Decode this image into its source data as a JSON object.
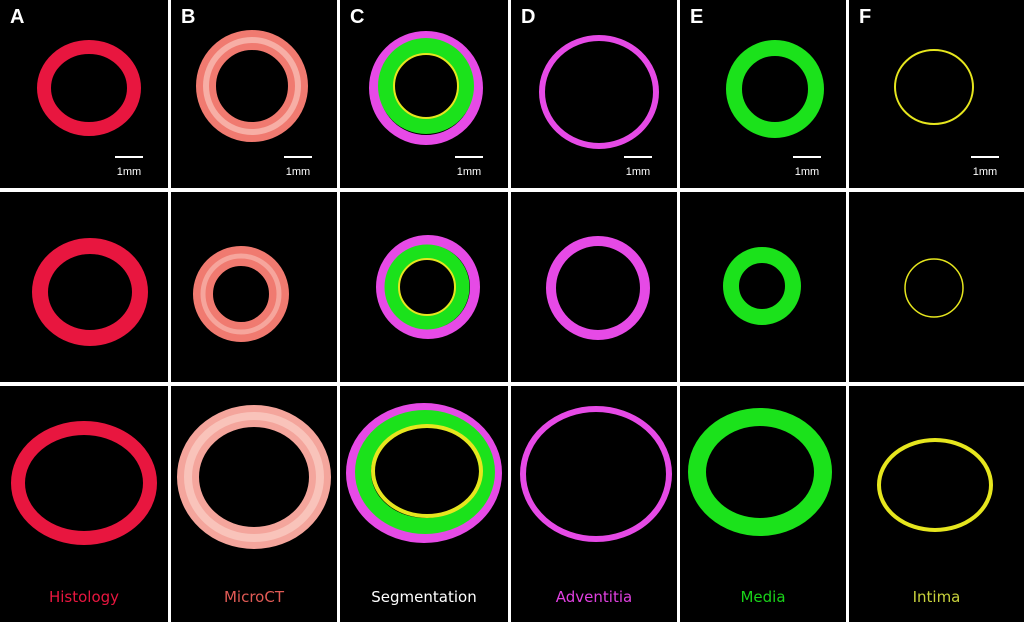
{
  "panels": [
    {
      "letter": "A",
      "label": "Histology",
      "label_color": "#e8163f"
    },
    {
      "letter": "B",
      "label": "MicroCT",
      "label_color": "#e05a55"
    },
    {
      "letter": "C",
      "label": "Segmentation",
      "label_color": "#ffffff"
    },
    {
      "letter": "D",
      "label": "Adventitia",
      "label_color": "#e040e0"
    },
    {
      "letter": "E",
      "label": "Media",
      "label_color": "#19d219"
    },
    {
      "letter": "F",
      "label": "Intima",
      "label_color": "#c8d23c"
    }
  ],
  "scale_bar_text": "1mm",
  "colors": {
    "histology": "#e8163f",
    "microct_outer": "#f07a70",
    "microct_inner": "#fbd0c8",
    "adventitia": "#e64ae6",
    "media": "#1be21b",
    "intima": "#e6e61e"
  }
}
